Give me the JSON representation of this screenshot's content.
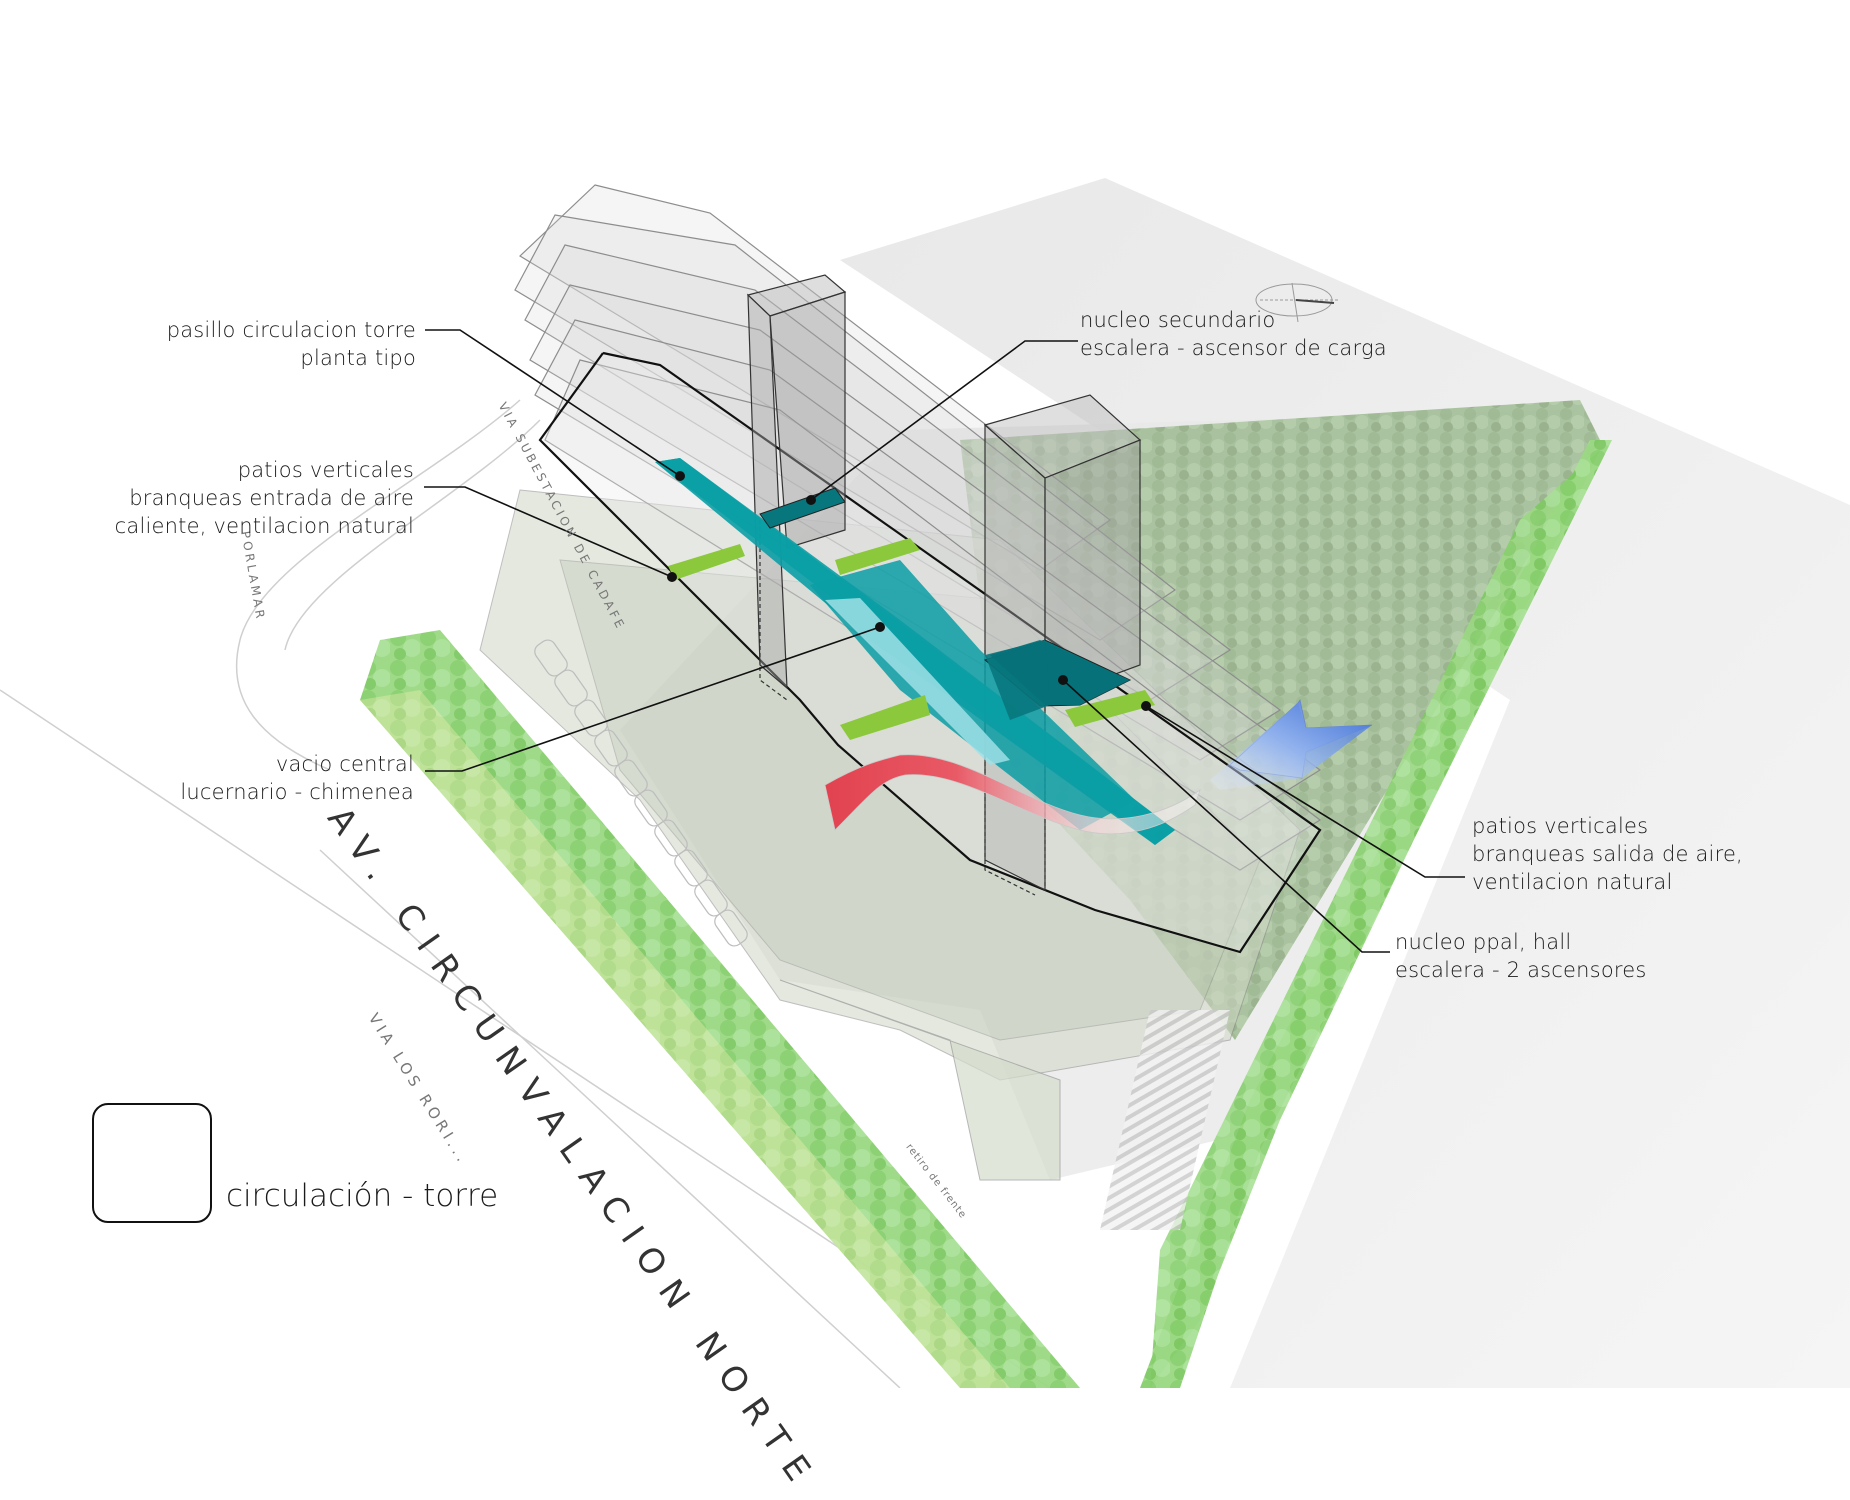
{
  "diagram": {
    "title": "circulación - torre",
    "colors": {
      "circulation_teal": "#0a9ea5",
      "core_dark_teal": "#08777d",
      "vertical_patio_green": "#8cc83c",
      "hot_air_red": "#e2424f",
      "fresh_air_blue": "#4a78d6",
      "vegetation_green": "#8fd67a",
      "slab_gray": "#cfcfcf"
    },
    "annotations": [
      {
        "id": "pasillo",
        "lines": [
          "pasillo circulacion torre",
          "planta tipo"
        ]
      },
      {
        "id": "patios_entrada",
        "lines": [
          "patios verticales",
          "branqueas entrada de aire",
          "caliente, ventilacion natural"
        ]
      },
      {
        "id": "vacio",
        "lines": [
          "vacio central",
          "lucernario - chimenea"
        ]
      },
      {
        "id": "nucleo_secundario",
        "lines": [
          "nucleo secundario",
          "escalera - ascensor de carga"
        ]
      },
      {
        "id": "patios_salida",
        "lines": [
          "patios verticales",
          "branqueas salida de aire,",
          "ventilacion natural"
        ]
      },
      {
        "id": "nucleo_ppal",
        "lines": [
          "nucleo ppal, hall",
          "escalera - 2 ascensores"
        ]
      }
    ],
    "streets": {
      "main": "AV. CIRCUNVALACION NORTE",
      "secondary": "VIA LOS RORI...",
      "subestacion": "VIA SUBESTACION DE CADAFE",
      "porlamar": "PORLAMAR",
      "retiro": "retiro de frente"
    },
    "legend": {
      "icon": "building-section-thumbnail",
      "label": "circulación - torre"
    }
  }
}
